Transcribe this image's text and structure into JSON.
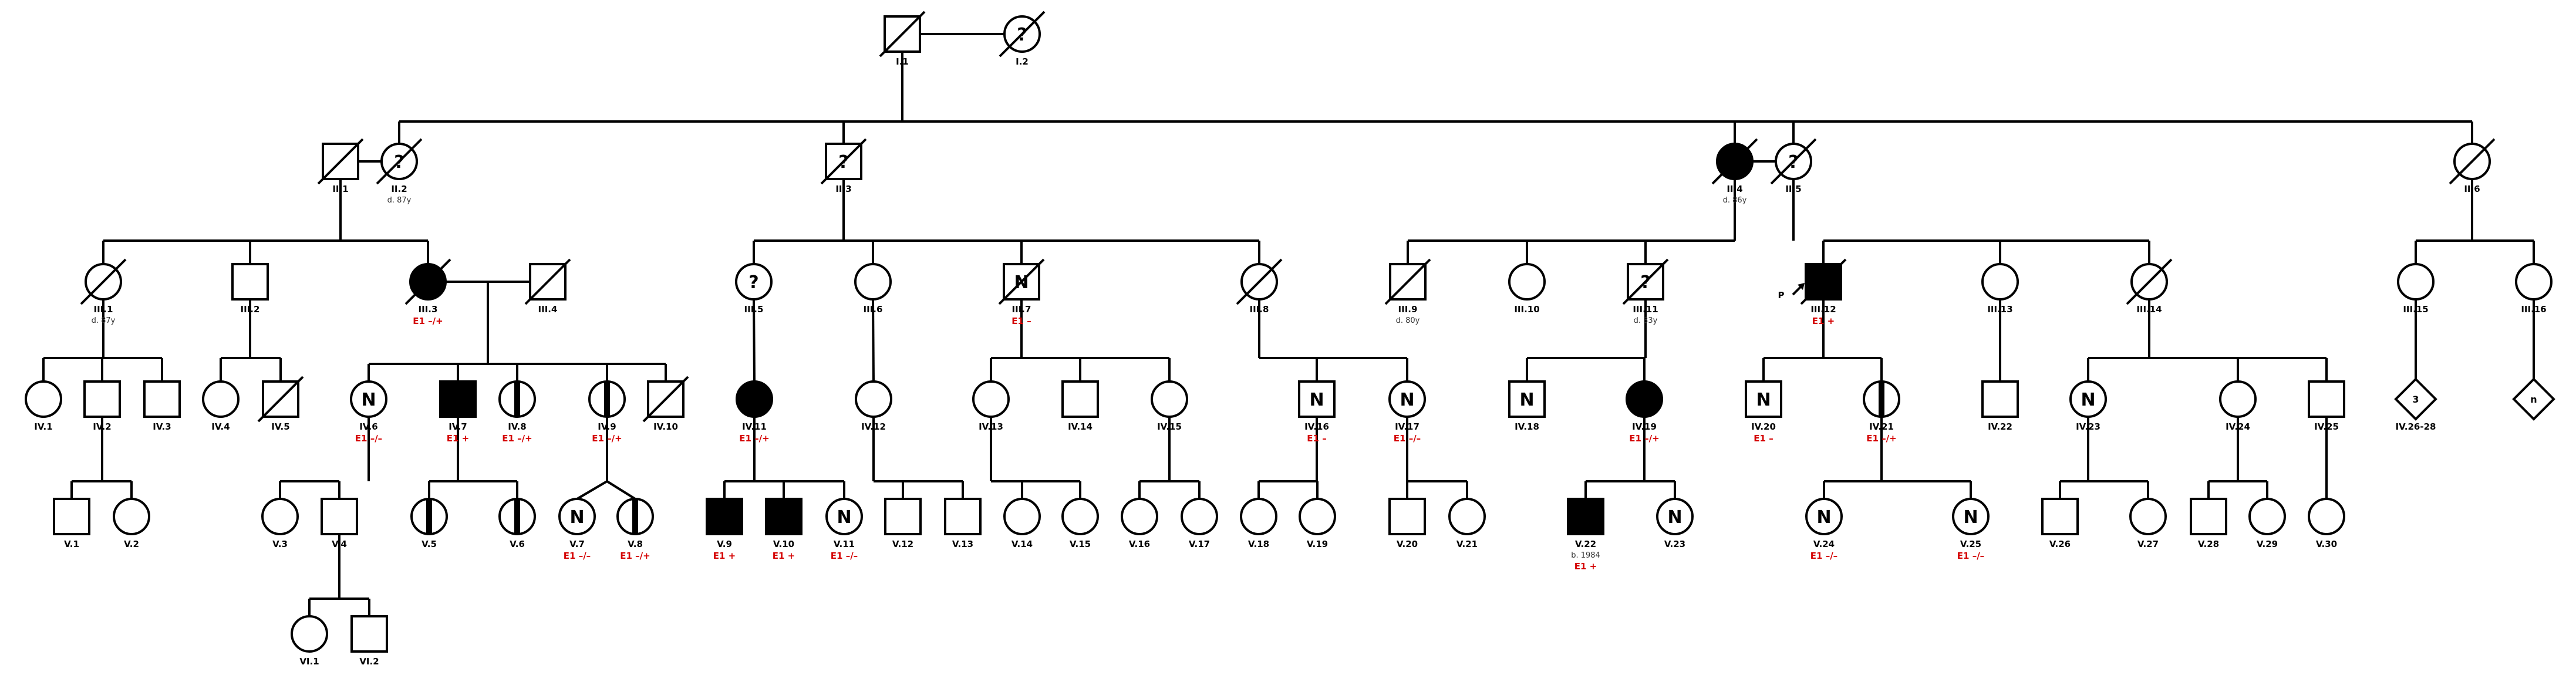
{
  "individuals": [
    {
      "id": "I.1",
      "sex": "m",
      "status": "deceased"
    },
    {
      "id": "I.2",
      "sex": "f",
      "status": "deceased",
      "mark": "?"
    },
    {
      "id": "II.1",
      "sex": "m",
      "status": "deceased"
    },
    {
      "id": "II.2",
      "sex": "f",
      "status": "deceased",
      "mark": "?",
      "note": "d. 87y"
    },
    {
      "id": "II.3",
      "sex": "m",
      "status": "deceased",
      "mark": "?"
    },
    {
      "id": "II.4",
      "sex": "f",
      "status": "deceased",
      "affected": "full",
      "note": "d. 86y"
    },
    {
      "id": "II.5",
      "sex": "f",
      "status": "deceased",
      "mark": "?"
    },
    {
      "id": "II.6",
      "sex": "f",
      "status": "deceased"
    },
    {
      "id": "III.1",
      "sex": "f",
      "status": "deceased",
      "note": "d. 87y"
    },
    {
      "id": "III.2",
      "sex": "m"
    },
    {
      "id": "III.3",
      "sex": "f",
      "status": "deceased",
      "affected": "full",
      "genotype": "E1 –/+"
    },
    {
      "id": "III.4",
      "sex": "m",
      "status": "deceased"
    },
    {
      "id": "III.5",
      "sex": "f",
      "mark": "?"
    },
    {
      "id": "III.6",
      "sex": "f"
    },
    {
      "id": "III.7",
      "sex": "m",
      "status": "deceased",
      "mark": "N",
      "genotype": "E1  –"
    },
    {
      "id": "III.8",
      "sex": "f",
      "status": "deceased"
    },
    {
      "id": "III.9",
      "sex": "m",
      "status": "deceased",
      "note": "d. 80y"
    },
    {
      "id": "III.10",
      "sex": "f"
    },
    {
      "id": "III.11",
      "sex": "m",
      "status": "deceased",
      "mark": "?",
      "note": "d. 33y"
    },
    {
      "id": "III.12",
      "sex": "m",
      "status": "deceased",
      "affected": "full",
      "proband": "P",
      "genotype": "E1  +"
    },
    {
      "id": "III.13",
      "sex": "f"
    },
    {
      "id": "III.14",
      "sex": "f",
      "status": "deceased"
    },
    {
      "id": "III.15",
      "sex": "f"
    },
    {
      "id": "III.16",
      "sex": "f"
    },
    {
      "id": "IV.1",
      "sex": "f"
    },
    {
      "id": "IV.2",
      "sex": "m"
    },
    {
      "id": "IV.3",
      "sex": "m"
    },
    {
      "id": "IV.4",
      "sex": "f"
    },
    {
      "id": "IV.5",
      "sex": "m",
      "status": "deceased"
    },
    {
      "id": "IV.6",
      "sex": "f",
      "mark": "N",
      "genotype": "E1 –/–"
    },
    {
      "id": "IV.7",
      "sex": "m",
      "affected": "full",
      "genotype": "E1  +"
    },
    {
      "id": "IV.8",
      "sex": "f",
      "affected": "carrier",
      "genotype": "E1 –/+"
    },
    {
      "id": "IV.9",
      "sex": "f",
      "affected": "carrier",
      "genotype": "E1 –/+"
    },
    {
      "id": "IV.10",
      "sex": "m",
      "status": "deceased"
    },
    {
      "id": "IV.11",
      "sex": "f",
      "affected": "full",
      "genotype": "E1 –/+"
    },
    {
      "id": "IV.12",
      "sex": "f"
    },
    {
      "id": "IV.13",
      "sex": "f"
    },
    {
      "id": "IV.14",
      "sex": "m"
    },
    {
      "id": "IV.15",
      "sex": "f"
    },
    {
      "id": "IV.16",
      "sex": "m",
      "mark": "N",
      "genotype": "E1  –"
    },
    {
      "id": "IV.17",
      "sex": "f",
      "mark": "N",
      "genotype": "E1 –/–"
    },
    {
      "id": "IV.18",
      "sex": "m",
      "mark": "N"
    },
    {
      "id": "IV.19",
      "sex": "f",
      "affected": "full",
      "genotype": "E1 –/+"
    },
    {
      "id": "IV.20",
      "sex": "m",
      "mark": "N",
      "genotype": "E1  –"
    },
    {
      "id": "IV.21",
      "sex": "f",
      "affected": "carrier",
      "genotype": "E1 –/+"
    },
    {
      "id": "IV.22",
      "sex": "m"
    },
    {
      "id": "IV.23",
      "sex": "f",
      "mark": "N"
    },
    {
      "id": "IV.24",
      "sex": "f"
    },
    {
      "id": "IV.25",
      "sex": "m"
    },
    {
      "id": "IV.26-28",
      "sex": "u",
      "mark": "3"
    },
    {
      "id": "",
      "sex": "u",
      "mark": "n"
    },
    {
      "id": "V.1",
      "sex": "m"
    },
    {
      "id": "V.2",
      "sex": "f"
    },
    {
      "id": "V.3",
      "sex": "f"
    },
    {
      "id": "V.4",
      "sex": "m"
    },
    {
      "id": "V.5",
      "sex": "f",
      "affected": "carrier"
    },
    {
      "id": "V.6",
      "sex": "f",
      "affected": "carrier"
    },
    {
      "id": "V.7",
      "sex": "f",
      "mark": "N",
      "genotype": "E1 –/–"
    },
    {
      "id": "V.8",
      "sex": "f",
      "affected": "carrier",
      "genotype": "E1 –/+"
    },
    {
      "id": "V.9",
      "sex": "m",
      "affected": "full",
      "genotype": "E1  +"
    },
    {
      "id": "V.10",
      "sex": "m",
      "affected": "full",
      "genotype": "E1  +"
    },
    {
      "id": "V.11",
      "sex": "f",
      "mark": "N",
      "genotype": "E1 –/–"
    },
    {
      "id": "V.12",
      "sex": "m"
    },
    {
      "id": "V.13",
      "sex": "m"
    },
    {
      "id": "V.14",
      "sex": "f"
    },
    {
      "id": "V.15",
      "sex": "f"
    },
    {
      "id": "V.16",
      "sex": "f"
    },
    {
      "id": "V.17",
      "sex": "f"
    },
    {
      "id": "V.18",
      "sex": "f"
    },
    {
      "id": "V.19",
      "sex": "f"
    },
    {
      "id": "V.20",
      "sex": "m"
    },
    {
      "id": "V.21",
      "sex": "f"
    },
    {
      "id": "V.22",
      "sex": "m",
      "affected": "full",
      "note": "b. 1984",
      "genotype": "E1  +"
    },
    {
      "id": "V.23",
      "sex": "f",
      "mark": "N"
    },
    {
      "id": "V.24",
      "sex": "f",
      "mark": "N",
      "genotype": "E1 –/–"
    },
    {
      "id": "V.25",
      "sex": "f",
      "mark": "N",
      "genotype": "E1 –/–"
    },
    {
      "id": "V.26",
      "sex": "m"
    },
    {
      "id": "V.27",
      "sex": "f"
    },
    {
      "id": "V.28",
      "sex": "m"
    },
    {
      "id": "V.29",
      "sex": "f"
    },
    {
      "id": "V.30",
      "sex": "f"
    },
    {
      "id": "VI.1",
      "sex": "f"
    },
    {
      "id": "VI.2",
      "sex": "m"
    }
  ]
}
